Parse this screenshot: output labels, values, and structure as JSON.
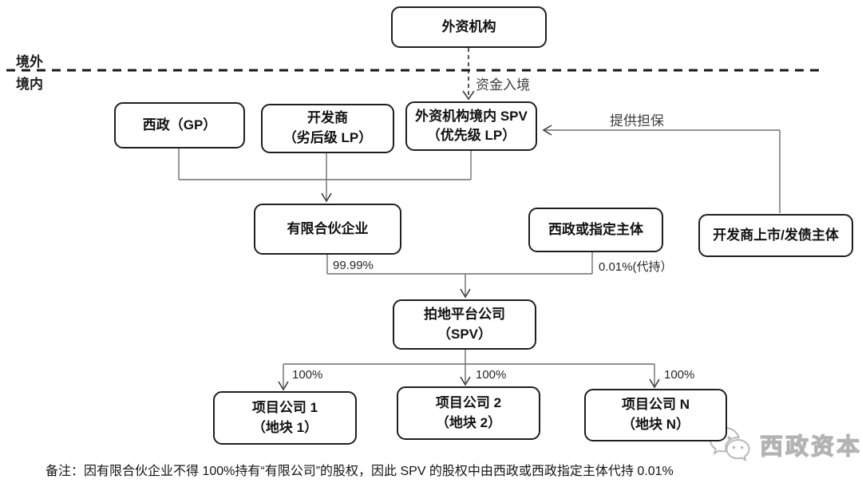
{
  "diagram": {
    "boundary": {
      "offshore_label": "境外",
      "onshore_label": "境内"
    },
    "nodes": {
      "foreign_institution": {
        "label": "外资机构"
      },
      "xizheng_gp": {
        "label": "西政（GP）"
      },
      "developer_lp": {
        "label": "开发商\n（劣后级 LP）"
      },
      "foreign_spv": {
        "label": "外资机构境内 SPV\n（优先级 LP）"
      },
      "limited_partnership": {
        "label": "有限合伙企业"
      },
      "xizheng_designee": {
        "label": "西政或指定主体"
      },
      "developer_listed": {
        "label": "开发商上市/发债主体"
      },
      "land_platform": {
        "label": "拍地平台公司\n（SPV）"
      },
      "project_1": {
        "label": "项目公司 1\n（地块 1）"
      },
      "project_2": {
        "label": "项目公司 2\n（地块 2）"
      },
      "project_n": {
        "label": "项目公司 N\n（地块 N）"
      }
    },
    "edges": {
      "capital_entry_label": "资金入境",
      "guarantee_label": "提供担保",
      "lp_share_label": "99.99%",
      "nominee_share_label": "0.01%(代持）",
      "project1_share_label": "100%",
      "project2_share_label": "100%",
      "projectn_share_label": "100%"
    },
    "note": "备注：因有限合伙企业不得 100%持有“有限公司”的股权，因此 SPV 的股权中由西政或西政指定主体代持 0.01%",
    "watermark": {
      "brand": "西政资本"
    },
    "colors": {
      "box_border": "#1f1f1f",
      "connector_gray": "#6e6e6e",
      "watermark_gray": "#b3b3b3"
    }
  }
}
